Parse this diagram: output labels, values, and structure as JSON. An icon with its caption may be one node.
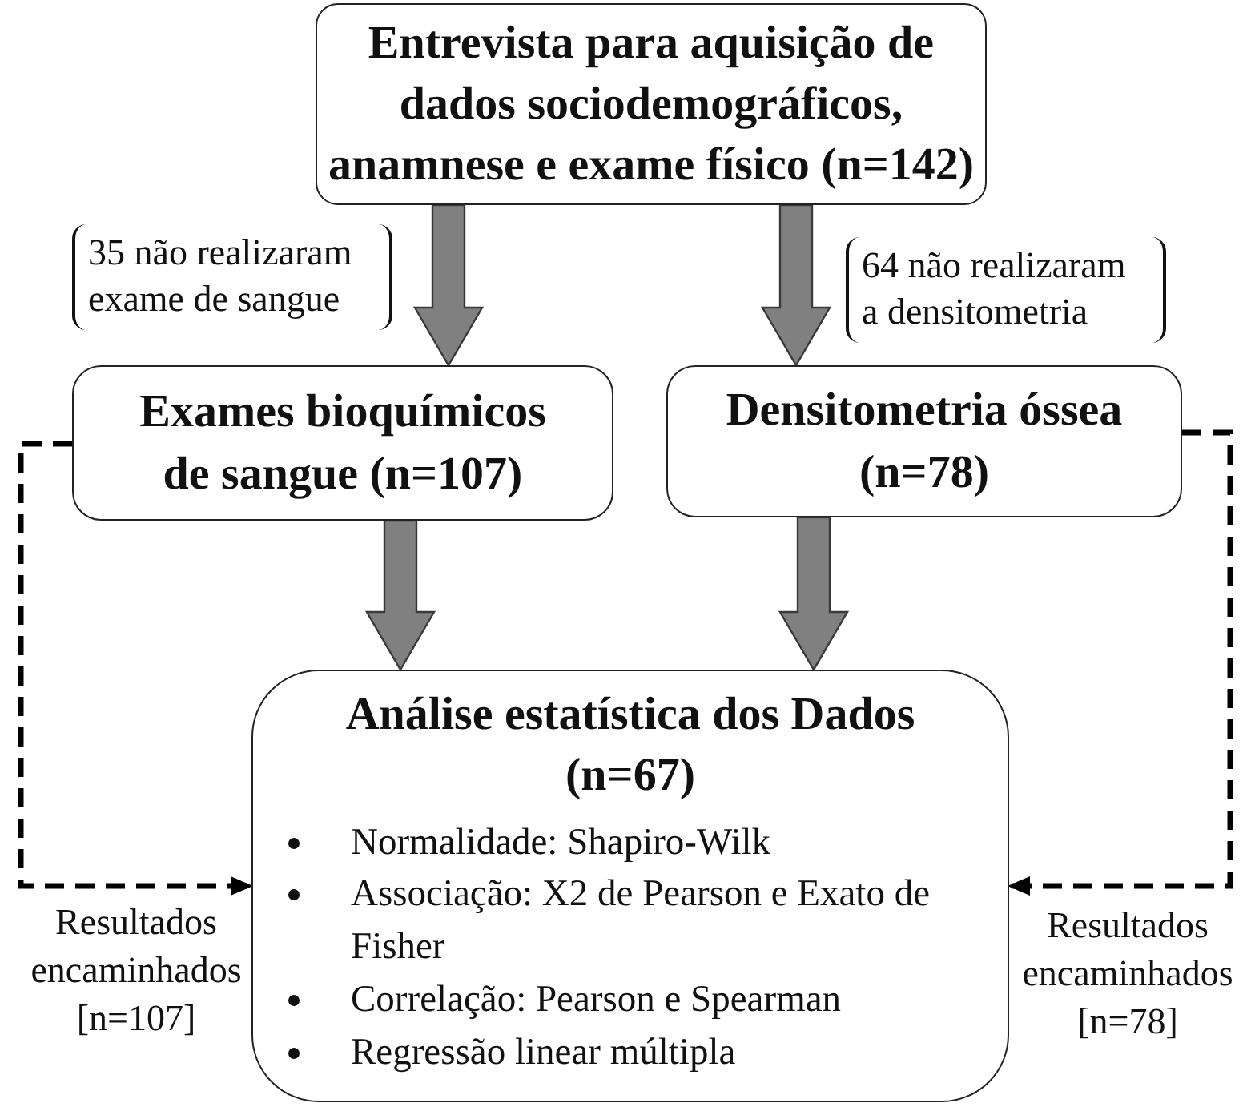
{
  "diagram": {
    "nodes": [
      {
        "text": [
          "Entrevista para aquisição de dados sociodemográficos, anamnese e exame físico (n=142)"
        ]
      },
      {
        "text": [
          "Exames bioquímicos de sangue (n=107)"
        ]
      },
      {
        "text": [
          "Densitometria óssea (n=78)"
        ]
      },
      {
        "text": [
          "Análise estatística dos Dados (n=67)",
          "Normalidade: Shapiro-Wilk",
          "Associação: X2 de Pearson e Exato de Fisher",
          "Correlação: Pearson e Spearman",
          "Regressão linear múltipla"
        ]
      }
    ],
    "edges": [
      {
        "from": 0,
        "to": 1,
        "arrow": "to",
        "style": "thick",
        "label": "35 não realizaram exame de sangue"
      },
      {
        "from": 0,
        "to": 2,
        "arrow": "to",
        "style": "thick",
        "label": "64 não realizaram a densitometria"
      },
      {
        "from": 1,
        "to": 3,
        "arrow": "to",
        "style": "thick"
      },
      {
        "from": 2,
        "to": 3,
        "arrow": "to",
        "style": "thick"
      },
      {
        "from": 1,
        "to": 3,
        "arrow": "to",
        "style": "dashed",
        "color": "#000000",
        "label": "Resultados encaminhados [n=107]"
      },
      {
        "from": 2,
        "to": 3,
        "arrow": "to",
        "style": "dashed",
        "color": "#000000",
        "label": "Resultados encaminhados [n=78]"
      }
    ]
  }
}
